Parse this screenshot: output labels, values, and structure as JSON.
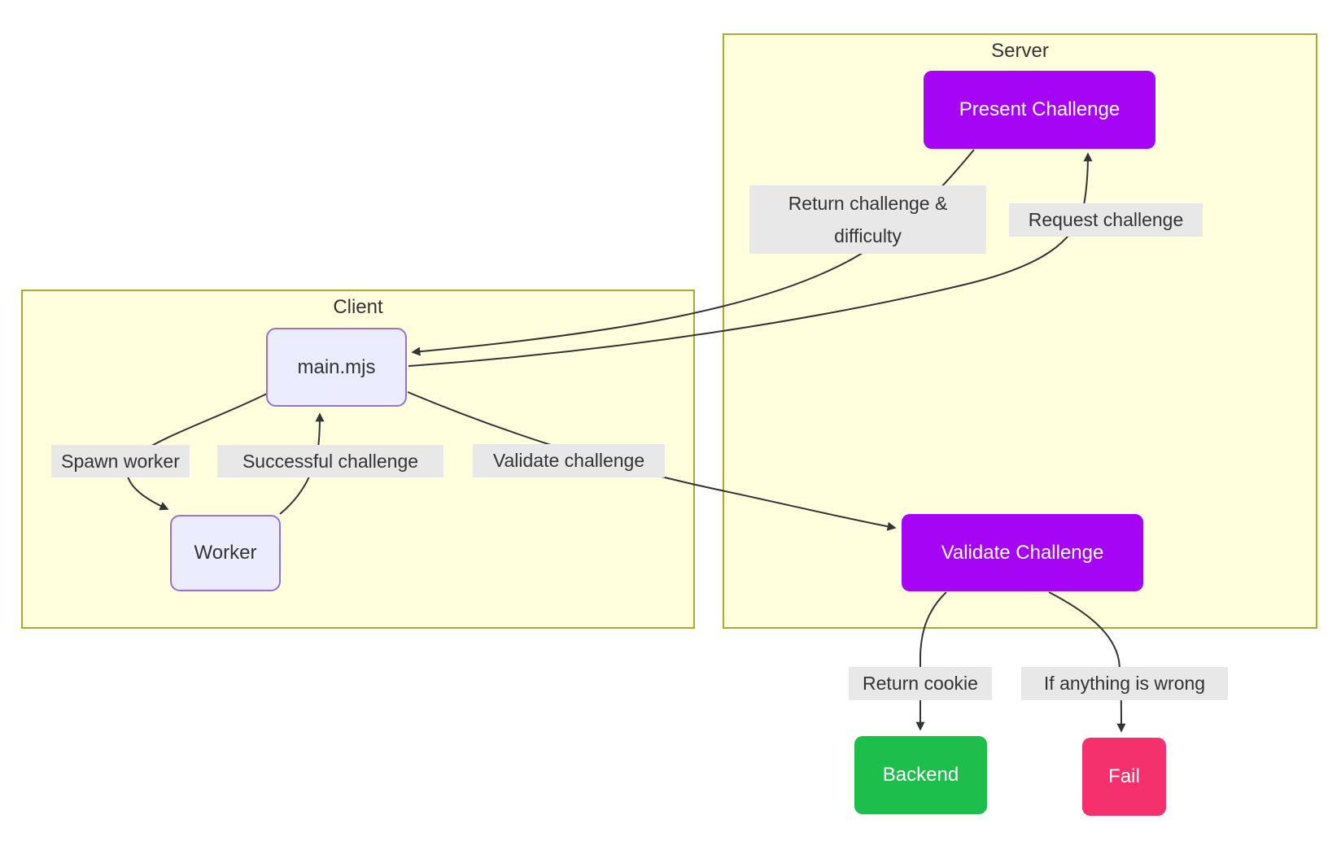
{
  "subgraphs": {
    "server": {
      "title": "Server"
    },
    "client": {
      "title": "Client"
    }
  },
  "nodes": {
    "present_challenge": {
      "label": "Present Challenge"
    },
    "validate_challenge": {
      "label": "Validate Challenge"
    },
    "main_mjs": {
      "label": "main.mjs"
    },
    "worker": {
      "label": "Worker"
    },
    "backend": {
      "label": "Backend"
    },
    "fail": {
      "label": "Fail"
    }
  },
  "edges": {
    "request_challenge": {
      "label": "Request challenge",
      "from": "main.mjs",
      "to": "Present Challenge"
    },
    "return_challenge": {
      "label_line1": "Return challenge &",
      "label_line2": "difficulty",
      "from": "Present Challenge",
      "to": "main.mjs"
    },
    "spawn_worker": {
      "label": "Spawn worker",
      "from": "main.mjs",
      "to": "Worker"
    },
    "successful_challenge": {
      "label": "Successful challenge",
      "from": "Worker",
      "to": "main.mjs"
    },
    "validate_challenge": {
      "label": "Validate challenge",
      "from": "main.mjs",
      "to": "Validate Challenge"
    },
    "return_cookie": {
      "label": "Return cookie",
      "from": "Validate Challenge",
      "to": "Backend"
    },
    "if_anything_wrong": {
      "label": "If anything is wrong",
      "from": "Validate Challenge",
      "to": "Fail"
    }
  },
  "colors": {
    "node-purple": "#A605F5",
    "node-light": "#ECECFF",
    "node-light-border": "#9370DB",
    "node-green": "#1EBE4D",
    "node-red": "#F4306D",
    "subgraph-fill": "#FFFFDE",
    "subgraph-border": "#AAAA33",
    "edge-line": "#333333",
    "edge-label-bg": "#E8E8E8",
    "text-dark": "#333333",
    "text-light": "#FFFFFF"
  }
}
